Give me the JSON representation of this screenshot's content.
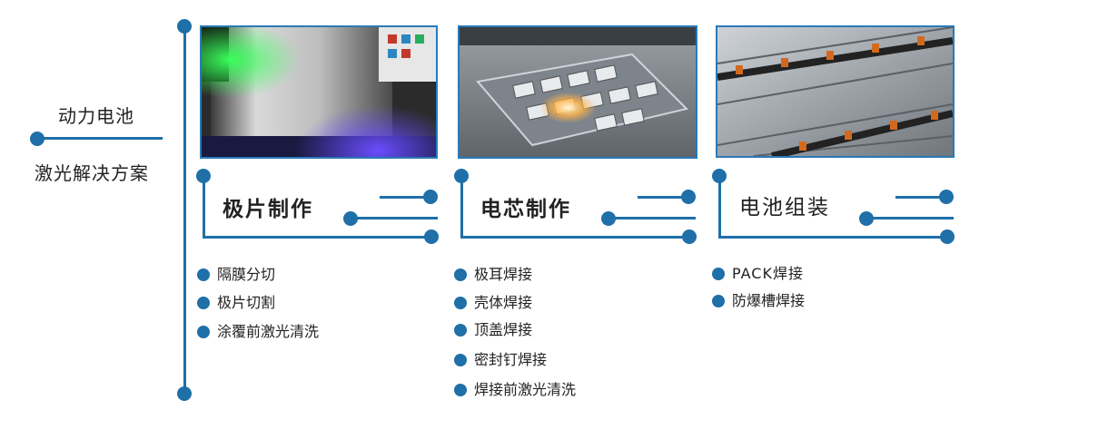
{
  "left": {
    "title": "动力电池",
    "subtitle": "激光解决方案"
  },
  "stages": [
    {
      "title": "极片制作",
      "image": "electrode-coating-machine-photo",
      "items": [
        "隔膜分切",
        "极片切割",
        "涂覆前激光清洗"
      ]
    },
    {
      "title": "电芯制作",
      "image": "battery-cell-welding-photo",
      "items": [
        "极耳焊接",
        "壳体焊接",
        "顶盖焊接",
        "密封钉焊接",
        "焊接前激光清洗"
      ]
    },
    {
      "title": "电池组装",
      "image": "battery-pack-assembly-photo",
      "items": [
        "PACK焊接",
        "防爆槽焊接"
      ]
    }
  ],
  "colors": {
    "accent": "#1f6fa8",
    "text": "#222222",
    "background": "#ffffff"
  }
}
